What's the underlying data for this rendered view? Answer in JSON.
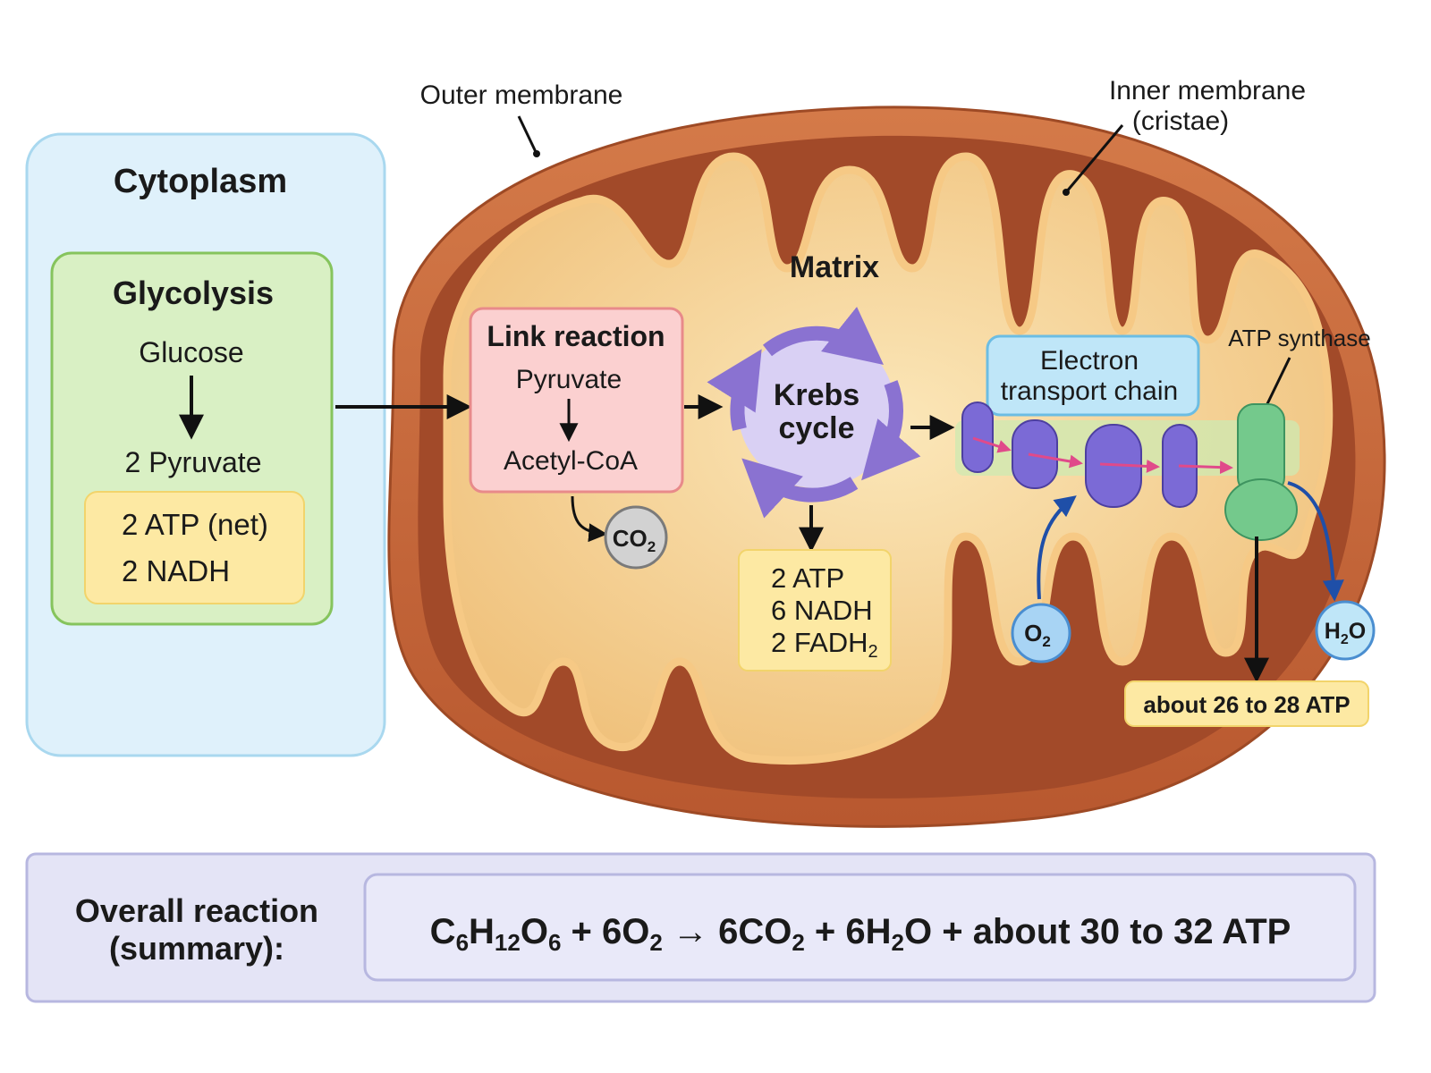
{
  "labels": {
    "outer_membrane": "Outer membrane",
    "inner_membrane_line1": "Inner membrane",
    "inner_membrane_line2": "(cristae)",
    "matrix": "Matrix",
    "atp_synthase": "ATP synthase"
  },
  "cytoplasm": {
    "title": "Cytoplasm",
    "glycolysis": {
      "title": "Glycolysis",
      "input": "Glucose",
      "output": "2 Pyruvate",
      "yield": [
        "2 ATP (net)",
        "2 NADH"
      ]
    }
  },
  "link_reaction": {
    "title": "Link reaction",
    "input": "Pyruvate",
    "output": "Acetyl-CoA",
    "byproduct": {
      "symbol": "CO",
      "sub": "2"
    }
  },
  "krebs": {
    "line1": "Krebs",
    "line2": "cycle",
    "yield": [
      {
        "text": "2 ATP",
        "sub": ""
      },
      {
        "text": "6 NADH",
        "sub": ""
      },
      {
        "text": "2 FADH",
        "sub": "2"
      }
    ]
  },
  "etc": {
    "line1": "Electron",
    "line2": "transport chain",
    "oxygen": {
      "symbol": "O",
      "sub": "2"
    },
    "water": {
      "pre": "H",
      "sub": "2",
      "post": "O"
    },
    "atp_yield": "about 26 to 28 ATP"
  },
  "summary": {
    "label_line1": "Overall reaction",
    "label_line2": "(summary):",
    "equation": [
      {
        "t": "C",
        "s": "6"
      },
      {
        "t": "H",
        "s": "12"
      },
      {
        "t": "O",
        "s": "6"
      },
      {
        "t": " + 6O",
        "s": "2"
      },
      {
        "t": " → 6CO",
        "s": "2"
      },
      {
        "t": " + 6H",
        "s": "2"
      },
      {
        "t": "O + about 30 to 32 ATP",
        "s": ""
      }
    ]
  },
  "colors": {
    "cytoplasm_bg": "#dff1fb",
    "glycolysis_bg": "#d9f0c4",
    "yield_bg": "#fde9a3",
    "link_bg": "#fbd0d0",
    "krebs_purple": "#8a72d1",
    "etc_bg": "#bfe6f8",
    "outer_membrane": "#c5683b",
    "matrix": "#f8dca0",
    "protein_purple": "#7b6ad6",
    "atp_synthase": "#74c98c",
    "summary_bg": "#e4e4f6"
  }
}
